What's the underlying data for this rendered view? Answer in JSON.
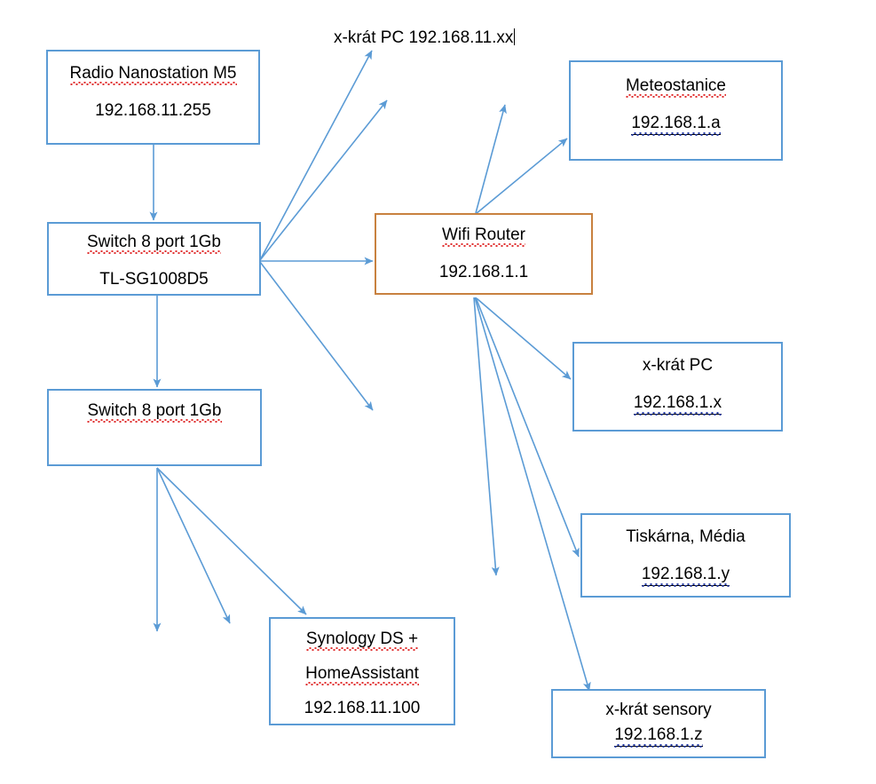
{
  "diagram": {
    "title_caption": {
      "text": "x-krát PC 192.168.11.xx",
      "has_caret": true
    },
    "colors": {
      "box_border_blue": "#5B9BD5",
      "box_border_orange": "#C8813F",
      "arrow_blue": "#5B9BD5",
      "background": "#FFFFFF",
      "spellcheck_red": "#E03030",
      "grammar_blue": "#2A3FAA"
    },
    "nodes": [
      {
        "id": "radio",
        "lines": [
          {
            "text": "Radio Nanostation M5",
            "underline": "red-squiggle"
          },
          {
            "text": "192.168.11.255",
            "underline": "none"
          }
        ]
      },
      {
        "id": "switch1",
        "lines": [
          {
            "text": "Switch 8 port 1Gb",
            "underline": "red-squiggle"
          },
          {
            "text": "TL-SG1008D5",
            "underline": "none"
          }
        ]
      },
      {
        "id": "switch2",
        "lines": [
          {
            "text": "Switch 8 port 1Gb",
            "underline": "red-squiggle"
          }
        ]
      },
      {
        "id": "router",
        "lines": [
          {
            "text": "Wifi Router",
            "underline": "red-squiggle"
          },
          {
            "text": "192.168.1.1",
            "underline": "none"
          }
        ]
      },
      {
        "id": "meteo",
        "lines": [
          {
            "text": "Meteostanice",
            "underline": "red-squiggle"
          },
          {
            "text": "192.168.1.a",
            "underline": "blue-squiggle"
          }
        ]
      },
      {
        "id": "pc",
        "lines": [
          {
            "text": "x-krát PC",
            "underline": "none"
          },
          {
            "text": "192.168.1.x",
            "underline": "blue-squiggle"
          }
        ]
      },
      {
        "id": "printer",
        "lines": [
          {
            "text": "Tiskárna, Média",
            "underline": "none"
          },
          {
            "text": "192.168.1.y",
            "underline": "blue-squiggle"
          }
        ]
      },
      {
        "id": "sensors",
        "lines": [
          {
            "text": "x-krát sensory",
            "underline": "none"
          },
          {
            "text": "192.168.1.z",
            "underline": "blue-squiggle"
          }
        ]
      },
      {
        "id": "synology",
        "lines": [
          {
            "text": "Synology DS +",
            "underline": "red-squiggle"
          },
          {
            "text": "HomeAssistant",
            "underline": "red-squiggle"
          },
          {
            "text": "192.168.11.100",
            "underline": "none"
          }
        ]
      }
    ],
    "connections": [
      {
        "from": "radio",
        "to": "switch1",
        "kind": "arrow-down"
      },
      {
        "from": "switch1",
        "to": "unlabeled-up-1",
        "kind": "arrow-up-right"
      },
      {
        "from": "switch1",
        "to": "unlabeled-up-2",
        "kind": "arrow-up-right"
      },
      {
        "from": "switch1",
        "to": "router",
        "kind": "arrow-right"
      },
      {
        "from": "switch1",
        "to": "unlabeled-down-1",
        "kind": "arrow-down-right"
      },
      {
        "from": "switch1",
        "to": "switch2",
        "kind": "arrow-down"
      },
      {
        "from": "switch2",
        "to": "unlabeled-down-2",
        "kind": "arrow-down"
      },
      {
        "from": "switch2",
        "to": "unlabeled-down-3",
        "kind": "arrow-down-right"
      },
      {
        "from": "switch2",
        "to": "synology",
        "kind": "arrow-down-right"
      },
      {
        "from": "router",
        "to": "unlabeled-up-3",
        "kind": "arrow-up"
      },
      {
        "from": "router",
        "to": "meteo",
        "kind": "arrow-up-right"
      },
      {
        "from": "router",
        "to": "pc",
        "kind": "arrow-down-right"
      },
      {
        "from": "router",
        "to": "printer",
        "kind": "arrow-down-right"
      },
      {
        "from": "router",
        "to": "sensors",
        "kind": "arrow-down-right"
      },
      {
        "from": "router",
        "to": "unlabeled-down-4",
        "kind": "arrow-down"
      }
    ]
  }
}
